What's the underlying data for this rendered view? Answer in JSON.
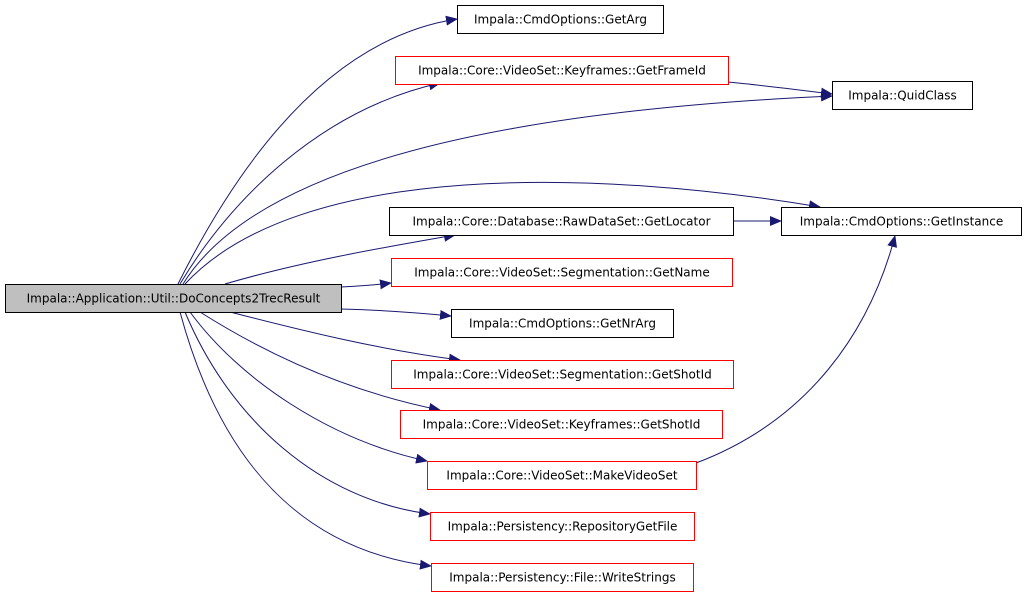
{
  "colors": {
    "edge": "#191970",
    "root_fill": "#bfbfbf",
    "node_black": "#000000",
    "node_red": "#ff0000",
    "background": "#ffffff"
  },
  "nodes": [
    {
      "id": "root",
      "label": "Impala::Application::Util::DoConcepts2TrecResult",
      "style": "root"
    },
    {
      "id": "getarg",
      "label": "Impala::CmdOptions::GetArg",
      "style": "black"
    },
    {
      "id": "getframeid",
      "label": "Impala::Core::VideoSet::Keyframes::GetFrameId",
      "style": "red"
    },
    {
      "id": "quidclass",
      "label": "Impala::QuidClass",
      "style": "black"
    },
    {
      "id": "getlocator",
      "label": "Impala::Core::Database::RawDataSet::GetLocator",
      "style": "black"
    },
    {
      "id": "getinstance",
      "label": "Impala::CmdOptions::GetInstance",
      "style": "black"
    },
    {
      "id": "getname",
      "label": "Impala::Core::VideoSet::Segmentation::GetName",
      "style": "red"
    },
    {
      "id": "getnrarg",
      "label": "Impala::CmdOptions::GetNrArg",
      "style": "black"
    },
    {
      "id": "seg_getshotid",
      "label": "Impala::Core::VideoSet::Segmentation::GetShotId",
      "style": "red"
    },
    {
      "id": "kf_getshotid",
      "label": "Impala::Core::VideoSet::Keyframes::GetShotId",
      "style": "red"
    },
    {
      "id": "makevideoset",
      "label": "Impala::Core::VideoSet::MakeVideoSet",
      "style": "red"
    },
    {
      "id": "repogetfile",
      "label": "Impala::Persistency::RepositoryGetFile",
      "style": "red"
    },
    {
      "id": "writestrings",
      "label": "Impala::Persistency::File::WriteStrings",
      "style": "red"
    }
  ],
  "edges": [
    {
      "from": "root",
      "to": "getarg"
    },
    {
      "from": "root",
      "to": "getframeid"
    },
    {
      "from": "root",
      "to": "quidclass"
    },
    {
      "from": "root",
      "to": "getinstance"
    },
    {
      "from": "root",
      "to": "getlocator"
    },
    {
      "from": "root",
      "to": "getname"
    },
    {
      "from": "root",
      "to": "getnrarg"
    },
    {
      "from": "root",
      "to": "seg_getshotid"
    },
    {
      "from": "root",
      "to": "kf_getshotid"
    },
    {
      "from": "root",
      "to": "makevideoset"
    },
    {
      "from": "root",
      "to": "repogetfile"
    },
    {
      "from": "root",
      "to": "writestrings"
    },
    {
      "from": "getframeid",
      "to": "quidclass"
    },
    {
      "from": "getlocator",
      "to": "getinstance"
    },
    {
      "from": "makevideoset",
      "to": "getinstance"
    }
  ]
}
